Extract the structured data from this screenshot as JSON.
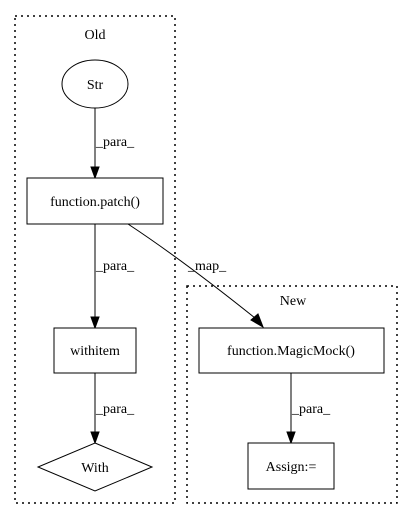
{
  "clusters": {
    "old": {
      "title": "Old"
    },
    "new": {
      "title": "New"
    }
  },
  "nodes": {
    "str": {
      "label": "Str",
      "shape": "ellipse"
    },
    "patch": {
      "label": "function.patch()",
      "shape": "box"
    },
    "withitem": {
      "label": "withitem",
      "shape": "box"
    },
    "with": {
      "label": "With",
      "shape": "diamond"
    },
    "magicmock": {
      "label": "function.MagicMock()",
      "shape": "box"
    },
    "assign": {
      "label": "Assign:=",
      "shape": "box"
    }
  },
  "edges": [
    {
      "from": "str",
      "to": "patch",
      "label": "_para_"
    },
    {
      "from": "patch",
      "to": "withitem",
      "label": "_para_"
    },
    {
      "from": "withitem",
      "to": "with",
      "label": "_para_"
    },
    {
      "from": "patch",
      "to": "magicmock",
      "label": "_map_"
    },
    {
      "from": "magicmock",
      "to": "assign",
      "label": "_para_"
    }
  ],
  "colors": {
    "stroke": "#000000",
    "fill": "#ffffff",
    "background": "#ffffff"
  }
}
